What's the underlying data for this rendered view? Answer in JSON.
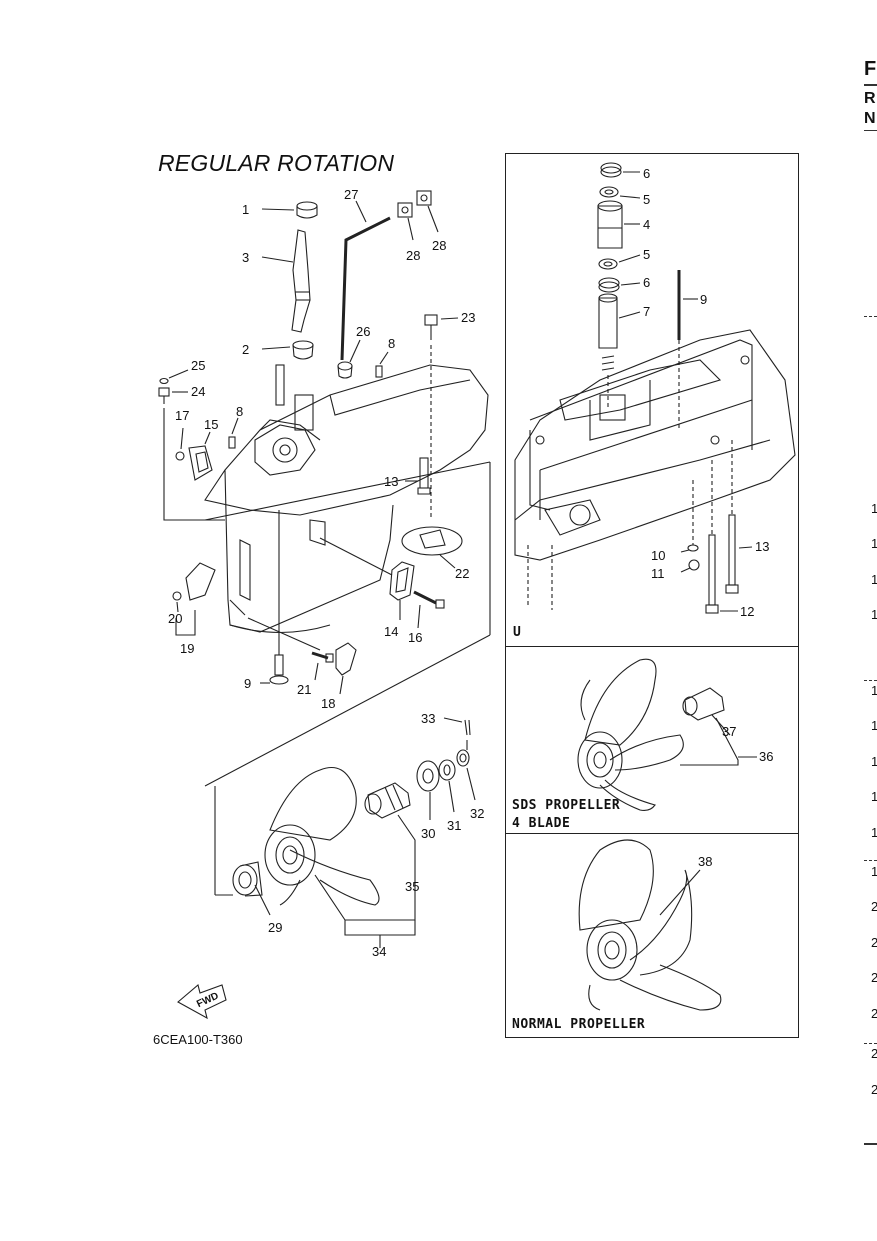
{
  "title": "REGULAR ROTATION",
  "diagram_code": "6CEA100-T360",
  "fwd_label": "FWD",
  "panels": {
    "upper_unit": {
      "label": "U"
    },
    "sds": {
      "label_line1": "SDS PROPELLER",
      "label_line2": "4 BLADE"
    },
    "normal": {
      "label": "NORMAL PROPELLER"
    }
  },
  "callouts": {
    "main": [
      "1",
      "3",
      "27",
      "28",
      "28",
      "23",
      "2",
      "26",
      "8",
      "25",
      "24",
      "17",
      "15",
      "8",
      "13",
      "22",
      "20",
      "19",
      "14",
      "16",
      "9",
      "21",
      "18",
      "33",
      "30",
      "31",
      "32",
      "35",
      "29",
      "34"
    ],
    "upper": [
      "6",
      "5",
      "4",
      "5",
      "6",
      "9",
      "7",
      "10",
      "11",
      "13",
      "12"
    ],
    "sds": [
      "37",
      "36"
    ],
    "normal": [
      "38"
    ]
  },
  "edge": {
    "letters": [
      "F",
      "R",
      "N"
    ],
    "numbers": [
      "1",
      "1",
      "1",
      "1",
      "1",
      "1",
      "1",
      "1",
      "1",
      "1",
      "2",
      "2",
      "2",
      "2",
      "2",
      "2"
    ]
  }
}
